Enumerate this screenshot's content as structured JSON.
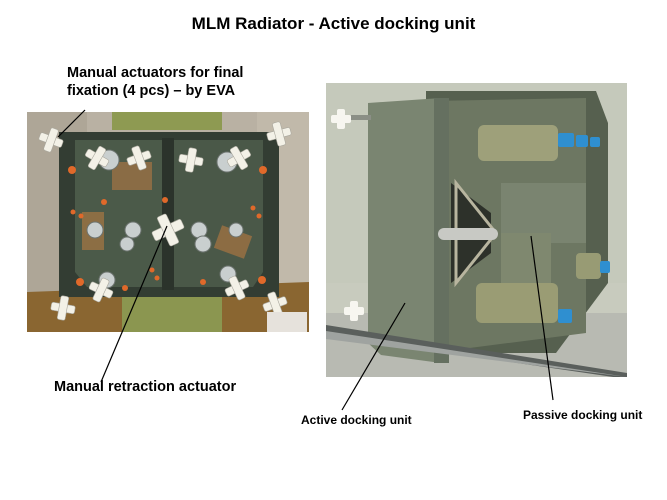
{
  "title": "MLM Radiator - Active docking unit",
  "labels": {
    "fixation_actuators": "Manual actuators for final\nfixation (4 pcs) – by EVA",
    "retraction_actuator": "Manual retraction actuator",
    "active_unit": "Active docking unit",
    "passive_unit": "Passive docking unit"
  },
  "photos": {
    "left": "Active docking unit front plate with actuators",
    "right": "Active and passive docking units side view"
  },
  "colors": {
    "plate": "#3f4a3e",
    "hardware_olive": "#8a8f5a",
    "actuator_white": "#f2f0e6",
    "marker_orange": "#e06a2a",
    "blue_cap": "#2f8fd0"
  }
}
